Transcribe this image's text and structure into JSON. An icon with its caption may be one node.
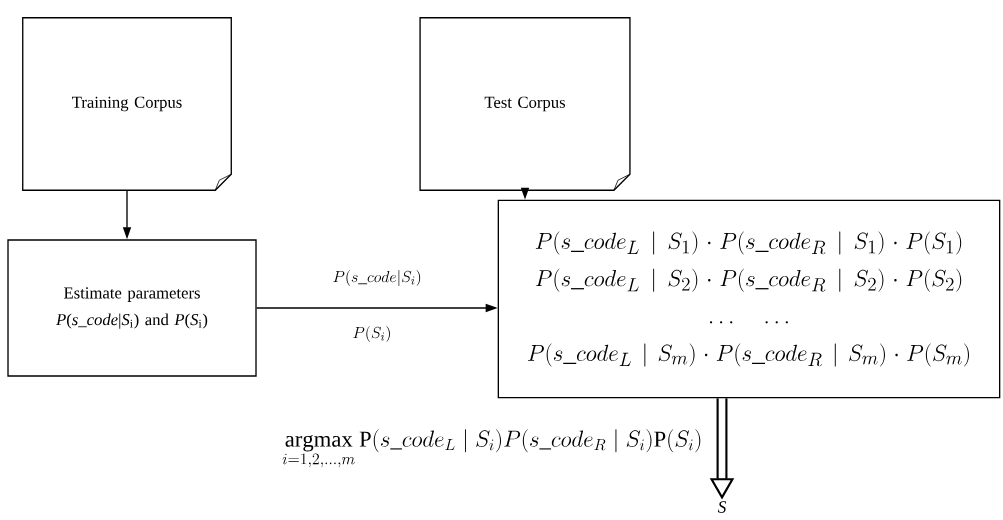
{
  "diagram": {
    "nodes": [
      {
        "text": [
          "Training Corpus"
        ]
      },
      {
        "text": [
          "Test Corpus"
        ]
      },
      {
        "text": [
          "Estimate parameters *P*(*s_code*|*S*$_{i}$) and *P*(*S*$_{i}$)"
        ]
      },
      {
        "text": [
          "P(s\\_code_L \\mid S_1)\\cdot P(s\\_code_R \\mid S_1)\\cdot P(S_1)",
          "P(s\\_code_L \\mid S_2)\\cdot P(s\\_code_R \\mid S_2)\\cdot P(S_2)",
          "\\ldots\\quad\\ldots",
          "P(s\\_code_L \\mid S_m)\\cdot P(s\\_code_R \\mid S_m)\\cdot P(S_m)"
        ]
      },
      {
        "text": [
          "S"
        ]
      }
    ],
    "edges": [
      {
        "from": 0,
        "to": 2,
        "arrow": "to"
      },
      {
        "from": 1,
        "to": 3,
        "arrow": "to"
      },
      {
        "from": 2,
        "to": 3,
        "arrow": "to",
        "label": "P(s\\_code|S_i)"
      },
      {
        "from": 3,
        "to": 4,
        "arrow": "to",
        "style": "thick",
        "label": "\\mathop{\\mathrm{argmax}}\\limits_{i=1,2,\\ldots,m} \\mathrm{P}(s\\_code_L \\mid S_i)P(s\\_code_R \\mid S_i)\\mathrm{P}(S_i)"
      }
    ],
    "labels": [
      "P(S_i)"
    ]
  }
}
